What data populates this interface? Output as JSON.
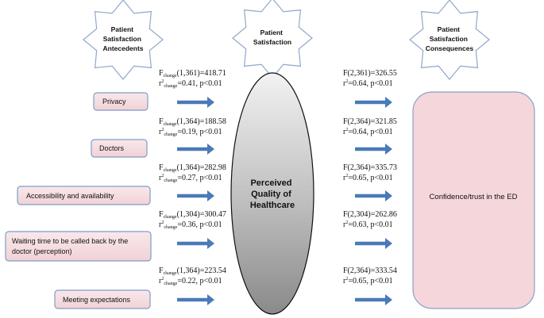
{
  "headers": {
    "antecedents": [
      "Patient",
      "Satisfaction",
      "Antecedents"
    ],
    "satisfaction": [
      "Patient",
      "Satisfaction"
    ],
    "consequences": [
      "Patient",
      "Satisfaction",
      "Consequences"
    ]
  },
  "center": {
    "label": [
      "Perceived",
      "Quality of",
      "Healthcare"
    ]
  },
  "consequence": {
    "label": "Confidence/trust in the ED"
  },
  "colors": {
    "box_fill": "#f6dfe1",
    "box_stroke": "#7f9cc7",
    "arrow": "#4a7ab8",
    "cons_fill": "#f5d6da"
  },
  "rows": [
    {
      "antecedent": [
        "Privacy"
      ],
      "left_stat": {
        "f_prefix": "F",
        "f_sub": "change",
        "f_rest": "(1,361)=418.71",
        "r_prefix": "r",
        "r_sup": "2",
        "r_sub": "change",
        "r_rest": "=0.41, p<0.01"
      },
      "right_stat": {
        "f": "F(2,361)=326.55",
        "r_prefix": "r",
        "r_sup": "2",
        "r_rest": "=0.64, p<0.01"
      }
    },
    {
      "antecedent": [
        "Doctors"
      ],
      "left_stat": {
        "f_prefix": "F",
        "f_sub": "change",
        "f_rest": "(1,364)=188.58",
        "r_prefix": "r",
        "r_sup": "2",
        "r_sub": "change",
        "r_rest": "=0.19, p<0.01"
      },
      "right_stat": {
        "f": "F(2,364)=321.85",
        "r_prefix": "r",
        "r_sup": "2",
        "r_rest": "=0.64, p<0.01"
      }
    },
    {
      "antecedent": [
        "Accessibility and availability"
      ],
      "left_stat": {
        "f_prefix": "F",
        "f_sub": "change",
        "f_rest": "(1,364)=282.98",
        "r_prefix": "r",
        "r_sup": "2",
        "r_sub": "change",
        "r_rest": "=0.27, p<0.01"
      },
      "right_stat": {
        "f": "F(2,364)=335.73",
        "r_prefix": "r",
        "r_sup": "2",
        "r_rest": "=0.65, p<0.01"
      }
    },
    {
      "antecedent": [
        "Waiting time to be called back by the",
        "doctor (perception)"
      ],
      "left_stat": {
        "f_prefix": "F",
        "f_sub": "change",
        "f_rest": "(1,304)=300.47",
        "r_prefix": "r",
        "r_sup": "2",
        "r_sub": "change",
        "r_rest": "=0.36, p<0.01"
      },
      "right_stat": {
        "f": "F(2,304)=262.86",
        "r_prefix": "r",
        "r_sup": "2",
        "r_rest": "=0.63, p<0.01"
      }
    },
    {
      "antecedent": [
        "Meeting expectations"
      ],
      "left_stat": {
        "f_prefix": "F",
        "f_sub": "change",
        "f_rest": "(1,364)=223.54",
        "r_prefix": "r",
        "r_sup": "2",
        "r_sub": "change",
        "r_rest": "=0.22, p<0.01"
      },
      "right_stat": {
        "f": "F(2,364)=333.54",
        "r_prefix": "r",
        "r_sup": "2",
        "r_rest": "=0.65, p<0.01"
      }
    }
  ]
}
